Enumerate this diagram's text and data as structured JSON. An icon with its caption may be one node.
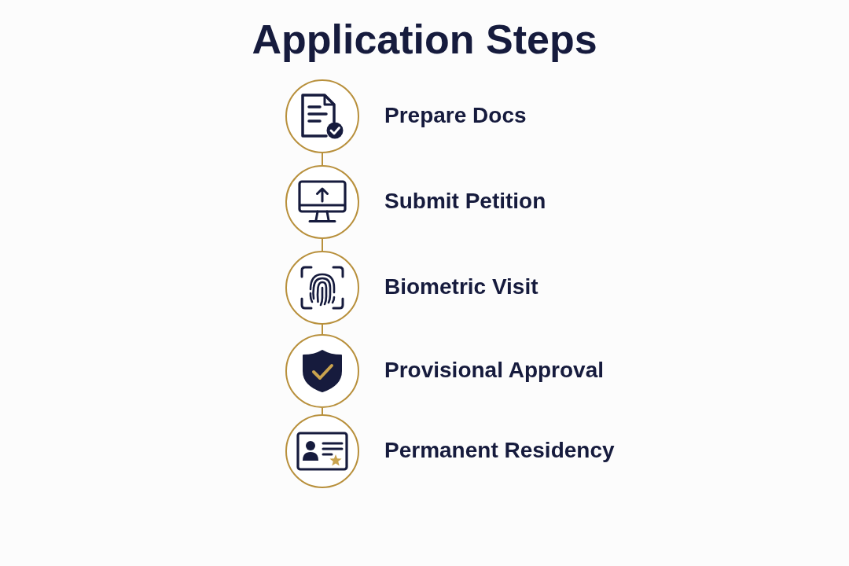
{
  "diagram": {
    "title": "Application Steps",
    "nodes": [
      {
        "text": [],
        "shape": "circle",
        "beside": [
          "Prepare Docs"
        ]
      },
      {
        "text": [],
        "shape": "circle",
        "beside": [
          "Submit Petition"
        ]
      },
      {
        "text": [],
        "shape": "circle",
        "beside": [
          "Biometric Visit"
        ]
      },
      {
        "text": [],
        "shape": "circle",
        "beside": [
          "Provisional Approval"
        ]
      },
      {
        "text": [],
        "shape": "circle",
        "beside": [
          "Permanent Residency"
        ]
      }
    ],
    "edges": [
      {
        "from": 0,
        "to": 1,
        "arrow": "none"
      },
      {
        "from": 1,
        "to": 2,
        "arrow": "none"
      },
      {
        "from": 2,
        "to": 3,
        "arrow": "none"
      },
      {
        "from": 3,
        "to": 4,
        "arrow": "none"
      }
    ]
  }
}
